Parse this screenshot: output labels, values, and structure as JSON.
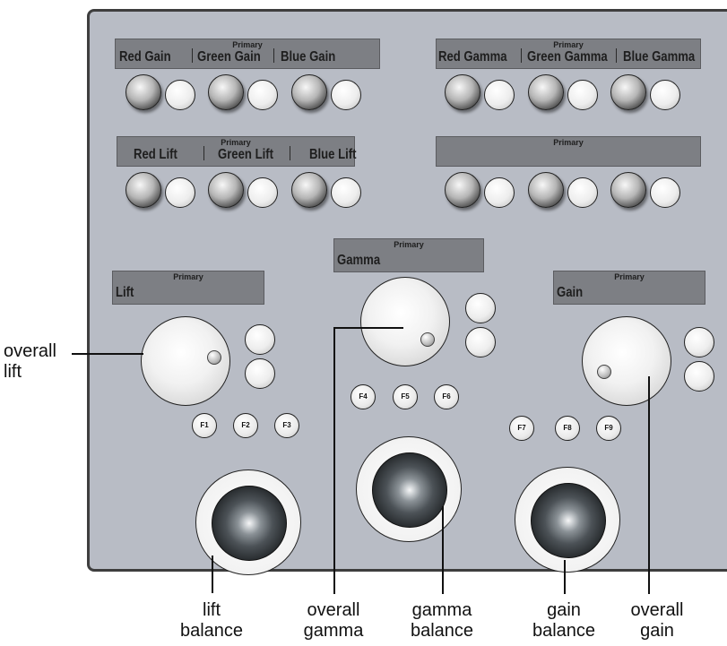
{
  "colors": {
    "panel": "#b8bcc5",
    "lcd": "#7d7f84",
    "border": "#3e3e3e"
  },
  "displays": {
    "gain_row": {
      "primary": "Primary",
      "red": "Red Gain",
      "green": "Green Gain",
      "blue": "Blue Gain"
    },
    "gamma_row": {
      "primary": "Primary",
      "red": "Red Gamma",
      "green": "Green Gamma",
      "blue": "Blue Gamma"
    },
    "lift_row": {
      "primary": "Primary",
      "red": "Red Lift",
      "green": "Green Lift",
      "blue": "Blue Lift"
    },
    "blank_row": {
      "primary": "Primary"
    },
    "lift": {
      "primary": "Primary",
      "name": "Lift"
    },
    "gamma": {
      "primary": "Primary",
      "name": "Gamma"
    },
    "gain": {
      "primary": "Primary",
      "name": "Gain"
    }
  },
  "function_keys": [
    "F1",
    "F2",
    "F3",
    "F4",
    "F5",
    "F6",
    "F7",
    "F8",
    "F9"
  ],
  "callouts": {
    "overall_lift": [
      "overall",
      "lift"
    ],
    "lift_balance": [
      "lift",
      "balance"
    ],
    "overall_gamma": [
      "overall",
      "gamma"
    ],
    "gamma_balance": [
      "gamma",
      "balance"
    ],
    "gain_balance": [
      "gain",
      "balance"
    ],
    "overall_gain": [
      "overall",
      "gain"
    ]
  }
}
